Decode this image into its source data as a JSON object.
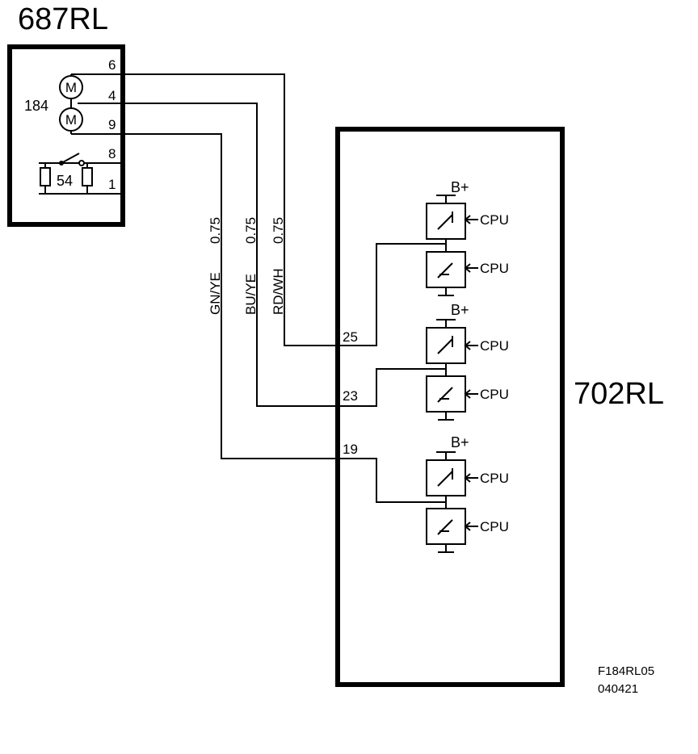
{
  "component_left": {
    "name": "687RL",
    "motor_ref": "184",
    "motor_symbol": "M",
    "switch_ref": "54",
    "pins": [
      "6",
      "4",
      "9",
      "8",
      "1"
    ]
  },
  "component_right": {
    "name": "702RL",
    "pins": [
      "25",
      "23",
      "19"
    ],
    "supply_label": "B+",
    "cpu_label": "CPU"
  },
  "wires": [
    {
      "color": "GN/YE",
      "size": "0.75"
    },
    {
      "color": "BU/YE",
      "size": "0.75"
    },
    {
      "color": "RD/WH",
      "size": "0.75"
    }
  ],
  "footer": {
    "ref": "F184RL05",
    "date": "040421"
  }
}
